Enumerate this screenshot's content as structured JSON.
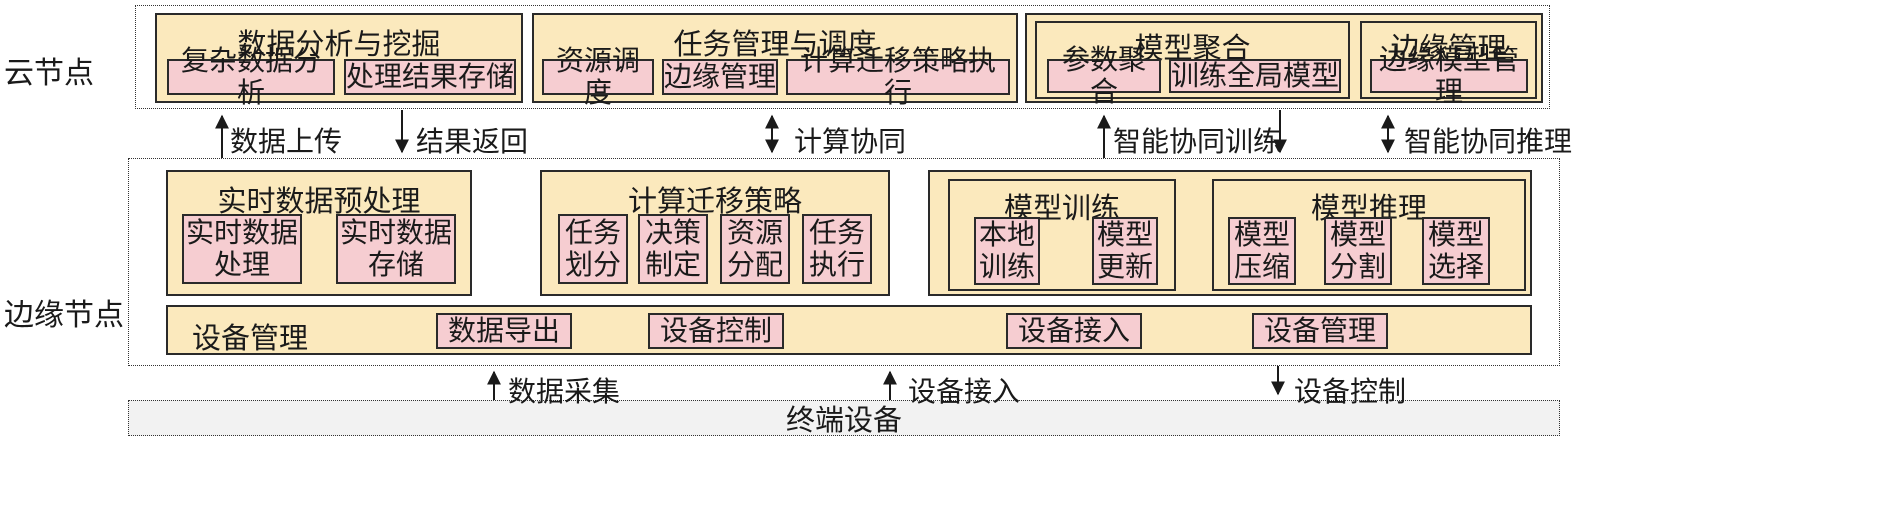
{
  "layers": {
    "cloud": "云节点",
    "edge": "边缘节点",
    "terminal": "终端设备"
  },
  "cloud_groups": [
    {
      "title": "数据分析与挖掘",
      "items": [
        "复杂数据分析",
        "处理结果存储"
      ]
    },
    {
      "title": "任务管理与调度",
      "items": [
        "资源调度",
        "边缘管理",
        "计算迁移策略执行"
      ]
    },
    {
      "title": "",
      "subgroups": [
        {
          "title": "模型聚合",
          "items": [
            "参数聚合",
            "训练全局模型"
          ]
        },
        {
          "title": "边缘管理",
          "items": [
            "边缘模型管理"
          ]
        }
      ]
    }
  ],
  "edge_groups": {
    "preprocess": {
      "title": "实时数据预处理",
      "items": [
        "实时数据\n处理",
        "实时数据\n存储"
      ]
    },
    "offload": {
      "title": "计算迁移策略",
      "items": [
        "任务\n划分",
        "决策\n制定",
        "资源\n分配",
        "任务\n执行"
      ]
    },
    "training": {
      "title": "模型训练",
      "items": [
        "本地\n训练",
        "模型\n更新"
      ]
    },
    "inference": {
      "title": "模型推理",
      "items": [
        "模型\n压缩",
        "模型\n分割",
        "模型\n选择"
      ]
    },
    "device_mgmt": {
      "title": "设备管理",
      "items": [
        "数据导出",
        "设备控制",
        "设备接入",
        "设备管理"
      ]
    }
  },
  "cloud_edge_links": [
    "数据上传",
    "结果返回",
    "计算协同",
    "智能协同训练",
    "智能协同推理"
  ],
  "edge_terminal_links": [
    "数据采集",
    "设备接入",
    "设备控制"
  ],
  "colors": {
    "group_fill": "#fbe9bd",
    "box_fill": "#f6cdd1",
    "terminal_fill": "#f2f2f2"
  }
}
